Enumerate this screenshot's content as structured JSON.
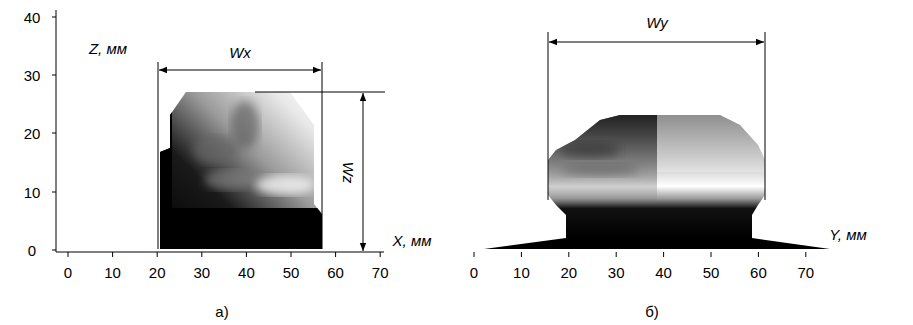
{
  "diagram": {
    "labels": [
      "Z, мм",
      "Wx",
      "Wz",
      "X, мм",
      "40",
      "30",
      "20",
      "10",
      "0",
      "0",
      "10",
      "20",
      "30",
      "40",
      "50",
      "60",
      "70",
      "а)",
      "Wy",
      "Y, мм",
      "0",
      "10",
      "20",
      "30",
      "40",
      "50",
      "60",
      "70",
      "б)"
    ]
  }
}
